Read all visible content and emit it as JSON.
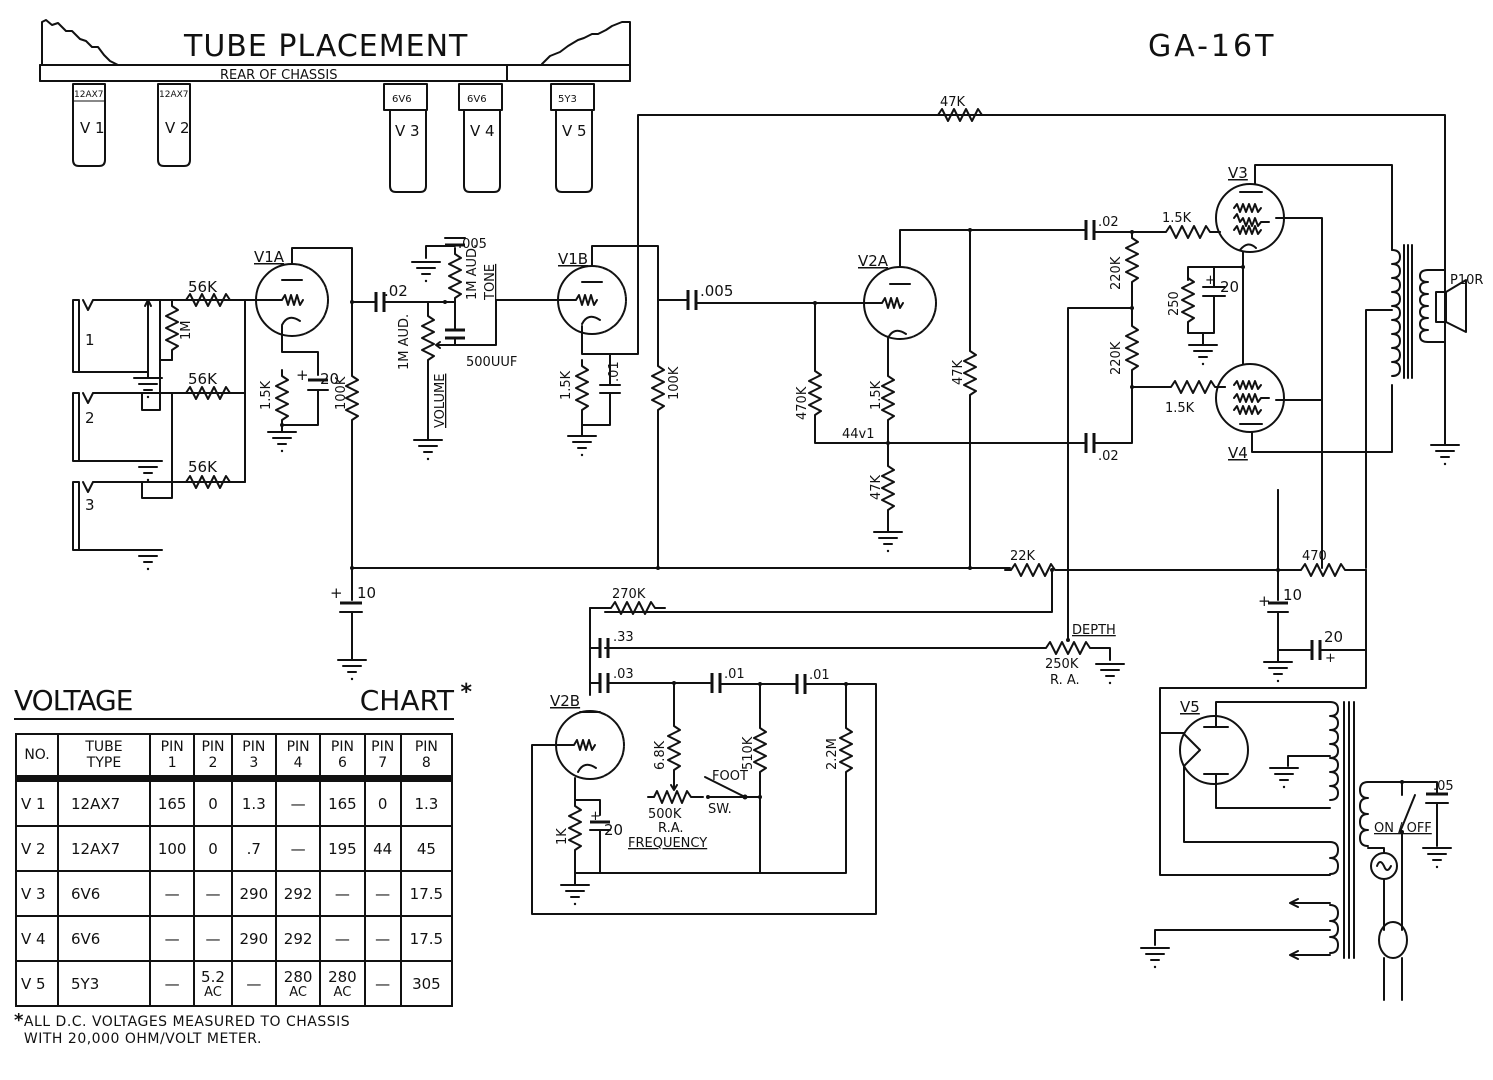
{
  "model": "GA-16T",
  "tube_placement": {
    "title": "TUBE PLACEMENT",
    "chassis_label": "REAR OF CHASSIS",
    "tubes": [
      {
        "position": "V 1",
        "type": "12AX7"
      },
      {
        "position": "V 2",
        "type": "12AX7"
      },
      {
        "position": "V 3",
        "type": "6V6"
      },
      {
        "position": "V 4",
        "type": "6V6"
      },
      {
        "position": "V 5",
        "type": "5Y3"
      }
    ]
  },
  "schematic": {
    "inputs": [
      "1",
      "2",
      "3"
    ],
    "tube_labels": {
      "v1a": "V1A",
      "v1b": "V1B",
      "v2a": "V2A",
      "v2b": "V2B",
      "v3": "V3",
      "v4": "V4",
      "v5": "V5"
    },
    "components": {
      "r_in1": "56K",
      "r_in2": "56K",
      "r_in3": "56K",
      "r_1m": "1M",
      "r_v1a_k": "1.5K",
      "c_v1a_k": "20",
      "r_v1a_p": "100K",
      "c_couple1": ".02",
      "pot_vol": "1M AUD.",
      "pot_vol_name": "VOLUME",
      "pot_tone": "1M AUD.",
      "pot_tone_name": "TONE",
      "c_tone_top": ".005",
      "c_tone_bot": "500UUF",
      "r_v1b_k": "1.5K",
      "c_v1b_k": ".01",
      "r_v1b_p": "100K",
      "c_couple2": ".005",
      "r_fb": "47K",
      "r_v2a_g": "470K",
      "r_v2a_k": "1.5K",
      "r_v2a_tail": "47K",
      "v2a_k_voltage": "44v1",
      "r_v2a_p": "47K",
      "c_pi_top": ".02",
      "c_pi_bot": ".02",
      "r_pi_top": "220K",
      "r_pi_bot": "220K",
      "r_grid_v3": "1.5K",
      "r_grid_v4": "1.5K",
      "r_power_k": "250",
      "c_power_k": "20",
      "speaker": "P10R",
      "r_drop1": "22K",
      "r_drop2": "470",
      "c_filt1": "10",
      "c_filt2": "10",
      "c_filt3": "20",
      "r_trem_fb": "270K",
      "c_trem1": ".33",
      "c_trem2": ".03",
      "c_trem3": ".01",
      "c_trem4": ".01",
      "r_trem1": "6.8K",
      "r_trem2": "510K",
      "r_trem3": "2.2M",
      "pot_freq": "500K",
      "pot_freq_taper": "R.A.",
      "pot_freq_name": "FREQUENCY",
      "foot_sw": "FOOT",
      "sw": "SW.",
      "r_trem_k": "1K",
      "c_trem_k": "20",
      "pot_depth_name": "DEPTH",
      "pot_depth": "250K",
      "pot_depth_taper": "R. A.",
      "c_line": ".05",
      "power_switch": "ON / OFF",
      "lamp": "lamp"
    }
  },
  "voltage_chart": {
    "title_left": "VOLTAGE",
    "title_right": "CHART",
    "title_mark": "*",
    "headers": [
      {
        "l1": "NO.",
        "l2": ""
      },
      {
        "l1": "TUBE",
        "l2": "TYPE"
      },
      {
        "l1": "PIN",
        "l2": "1"
      },
      {
        "l1": "PIN",
        "l2": "2"
      },
      {
        "l1": "PIN",
        "l2": "3"
      },
      {
        "l1": "PIN",
        "l2": "4"
      },
      {
        "l1": "PIN",
        "l2": "6"
      },
      {
        "l1": "PIN",
        "l2": "7"
      },
      {
        "l1": "PIN",
        "l2": "8"
      }
    ],
    "rows": [
      {
        "no": "V 1",
        "type": "12AX7",
        "pins": [
          {
            "v": "165"
          },
          {
            "v": "0"
          },
          {
            "v": "1.3"
          },
          {
            "v": "—"
          },
          {
            "v": "165"
          },
          {
            "v": "0"
          },
          {
            "v": "1.3"
          }
        ]
      },
      {
        "no": "V 2",
        "type": "12AX7",
        "pins": [
          {
            "v": "100"
          },
          {
            "v": "0"
          },
          {
            "v": ".7"
          },
          {
            "v": "—"
          },
          {
            "v": "195"
          },
          {
            "v": "44"
          },
          {
            "v": "45"
          }
        ]
      },
      {
        "no": "V 3",
        "type": "6V6",
        "pins": [
          {
            "v": "—"
          },
          {
            "v": "—"
          },
          {
            "v": "290"
          },
          {
            "v": "292"
          },
          {
            "v": "—"
          },
          {
            "v": "—"
          },
          {
            "v": "17.5"
          }
        ]
      },
      {
        "no": "V 4",
        "type": "6V6",
        "pins": [
          {
            "v": "—"
          },
          {
            "v": "—"
          },
          {
            "v": "290"
          },
          {
            "v": "292"
          },
          {
            "v": "—"
          },
          {
            "v": "—"
          },
          {
            "v": "17.5"
          }
        ]
      },
      {
        "no": "V 5",
        "type": "5Y3",
        "pins": [
          {
            "v": "—"
          },
          {
            "v": "5.2",
            "s": "AC"
          },
          {
            "v": "—"
          },
          {
            "v": "280",
            "s": "AC"
          },
          {
            "v": "280",
            "s": "AC"
          },
          {
            "v": "—"
          },
          {
            "v": "305"
          }
        ]
      }
    ],
    "footnote_mark": "*",
    "footnote_line1": "ALL D.C. VOLTAGES MEASURED TO CHASSIS",
    "footnote_line2": "WITH 20,000 OHM/VOLT METER."
  }
}
